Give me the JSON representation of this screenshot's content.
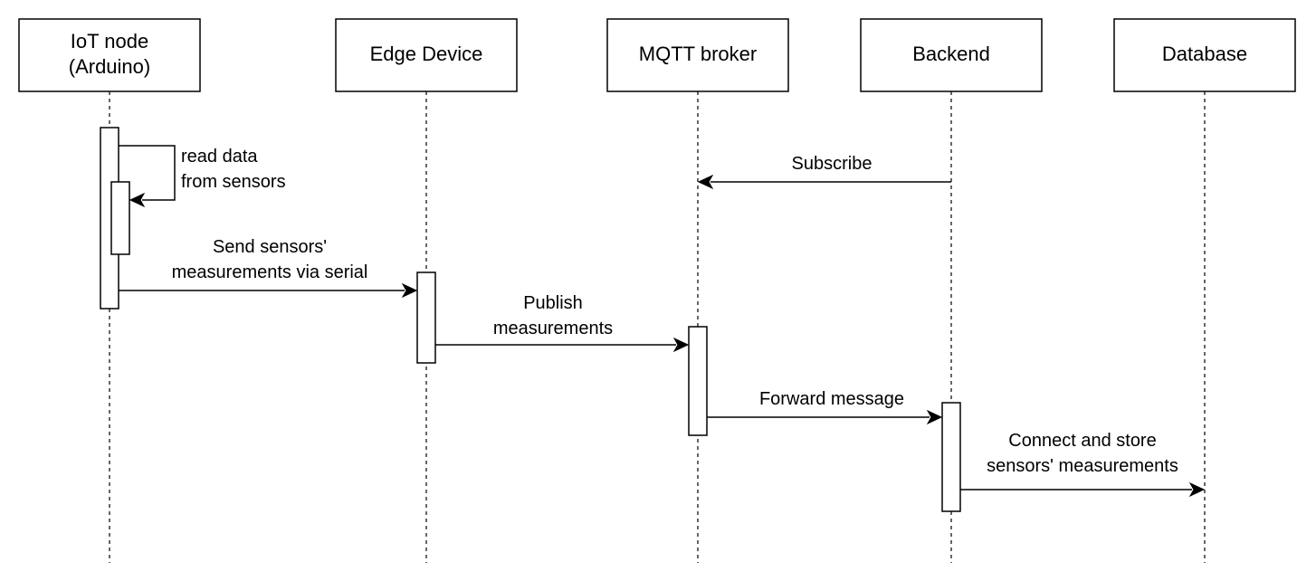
{
  "participants": [
    {
      "id": "iot",
      "lines": [
        "IoT node",
        "(Arduino)"
      ]
    },
    {
      "id": "edge",
      "lines": [
        "Edge Device"
      ]
    },
    {
      "id": "mqtt",
      "lines": [
        "MQTT broker"
      ]
    },
    {
      "id": "backend",
      "lines": [
        "Backend"
      ]
    },
    {
      "id": "db",
      "lines": [
        "Database"
      ]
    }
  ],
  "messages": [
    {
      "id": "read",
      "from": "iot",
      "to": "iot",
      "self": true,
      "lines": [
        "read data",
        "from sensors"
      ]
    },
    {
      "id": "subscribe",
      "from": "backend",
      "to": "mqtt",
      "lines": [
        "Subscribe"
      ]
    },
    {
      "id": "send-serial",
      "from": "iot",
      "to": "edge",
      "lines": [
        "Send sensors'",
        "measurements via serial"
      ]
    },
    {
      "id": "publish",
      "from": "edge",
      "to": "mqtt",
      "lines": [
        "Publish",
        "measurements"
      ]
    },
    {
      "id": "forward",
      "from": "mqtt",
      "to": "backend",
      "lines": [
        "Forward message"
      ]
    },
    {
      "id": "store",
      "from": "backend",
      "to": "db",
      "lines": [
        "Connect and store",
        "sensors' measurements"
      ]
    }
  ]
}
